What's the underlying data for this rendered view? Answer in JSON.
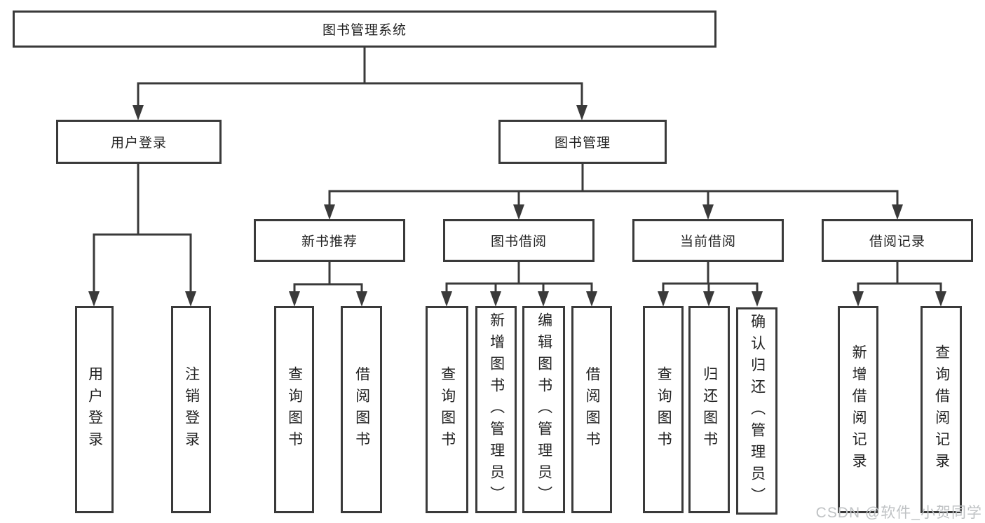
{
  "root": {
    "label": "图书管理系统"
  },
  "level2": [
    {
      "label": "用户登录"
    },
    {
      "label": "图书管理"
    }
  ],
  "level3": [
    {
      "label": "新书推荐"
    },
    {
      "label": "图书借阅"
    },
    {
      "label": "当前借阅"
    },
    {
      "label": "借阅记录"
    }
  ],
  "leaves": {
    "user_login": [
      {
        "label": "用户登录"
      },
      {
        "label": "注销登录"
      }
    ],
    "new_book": [
      {
        "label": "查询图书"
      },
      {
        "label": "借阅图书"
      }
    ],
    "borrow": [
      {
        "label": "查询图书"
      },
      {
        "label": "新增图书（管理员）"
      },
      {
        "label": "编辑图书（管理员）"
      },
      {
        "label": "借阅图书"
      }
    ],
    "current": [
      {
        "label": "查询图书"
      },
      {
        "label": "归还图书"
      },
      {
        "label": "确认归还（管理员）"
      }
    ],
    "records": [
      {
        "label": "新增借阅记录"
      },
      {
        "label": "查询借阅记录"
      }
    ]
  },
  "watermark": {
    "text": "CSDN @软件_小贺同学"
  },
  "colors": {
    "line": "#3a3a3a",
    "box_border": "#3a3a3a",
    "text": "#222222",
    "watermark": "#bfc2c4",
    "background": "#ffffff"
  }
}
